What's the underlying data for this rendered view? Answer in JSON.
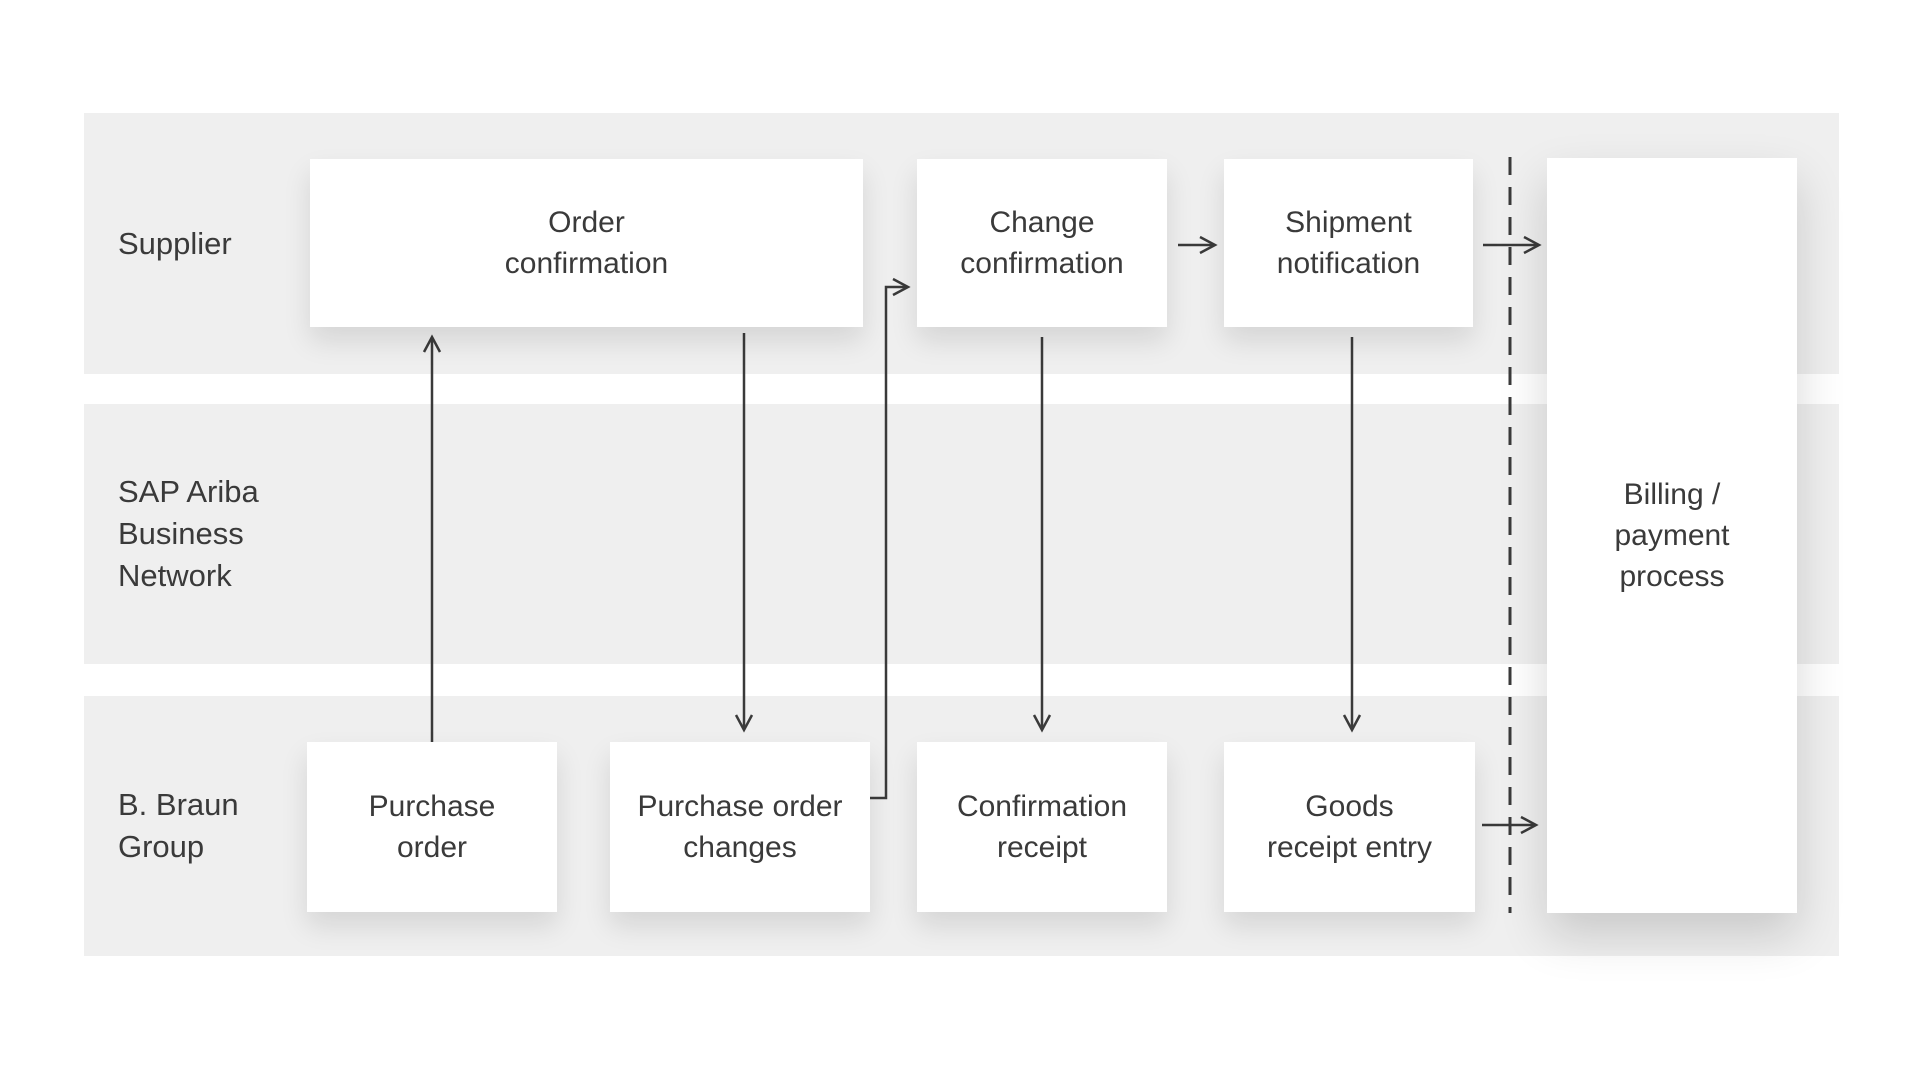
{
  "diagram": {
    "lanes": [
      {
        "id": "supplier",
        "lines": [
          "Supplier"
        ]
      },
      {
        "id": "sap-ariba-business-network",
        "lines": [
          "SAP Ariba",
          "Business",
          "Network"
        ]
      },
      {
        "id": "b-braun-group",
        "lines": [
          "B. Braun",
          "Group"
        ]
      }
    ],
    "boxes": {
      "order_confirmation": {
        "lines": [
          "Order",
          "confirmation"
        ]
      },
      "change_confirmation": {
        "lines": [
          "Change",
          "confirmation"
        ]
      },
      "shipment_notification": {
        "lines": [
          "Shipment",
          "notification"
        ]
      },
      "purchase_order": {
        "lines": [
          "Purchase",
          "order"
        ]
      },
      "purchase_order_changes": {
        "lines": [
          "Purchase order",
          "changes"
        ]
      },
      "confirmation_receipt": {
        "lines": [
          "Confirmation",
          "receipt"
        ]
      },
      "goods_receipt_entry": {
        "lines": [
          "Goods",
          "receipt entry"
        ]
      },
      "billing_payment_process": {
        "lines": [
          "Billing /",
          "payment",
          "process"
        ]
      }
    },
    "colors": {
      "lane_background": "#efefef",
      "box_background": "#ffffff",
      "text": "#3a3a3a",
      "connector": "#3a3a3a"
    }
  }
}
